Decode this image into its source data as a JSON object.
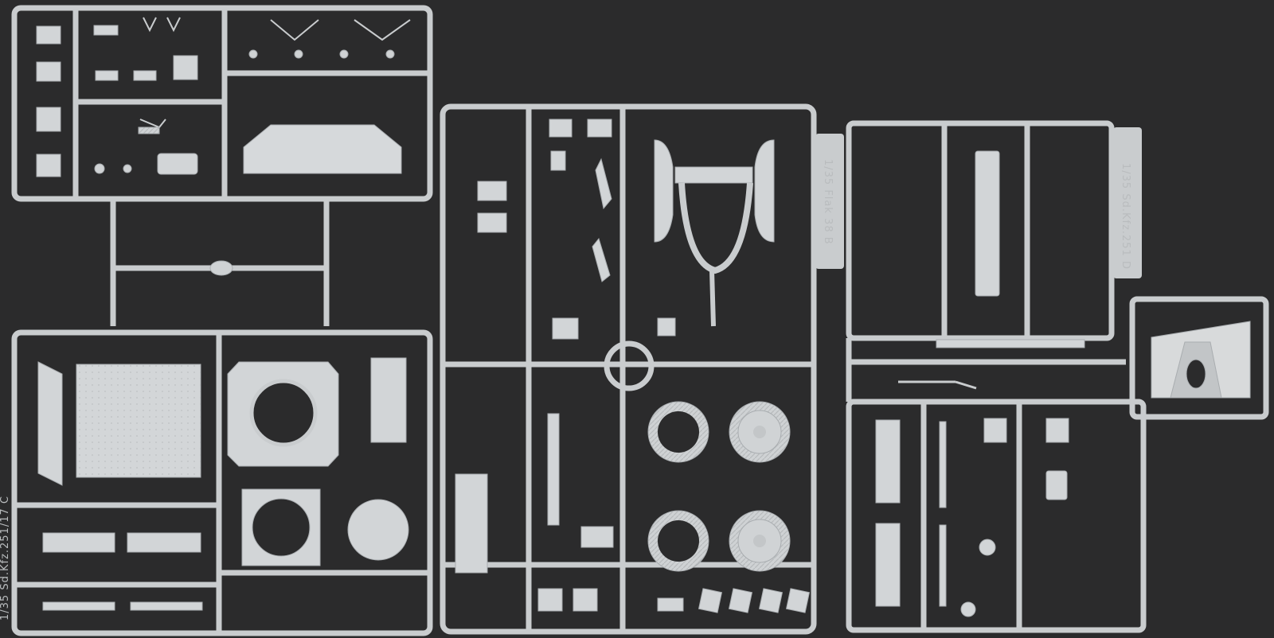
{
  "photo": {
    "subject": "plastic-model-kit-sprues",
    "colors": {
      "background": "#2b2b2c",
      "plastic": "#c9ccce",
      "plastic_light": "#d8dadb",
      "plastic_shadow": "#9ea2a5",
      "frame_edge": "#b3b6b8"
    }
  },
  "sprue_labels": {
    "left": "1/35 Sd.Kfz.251/17 C",
    "middle": "1/35 Flak 38 B",
    "right": "1/35 Sd.Kfz.251 D"
  }
}
